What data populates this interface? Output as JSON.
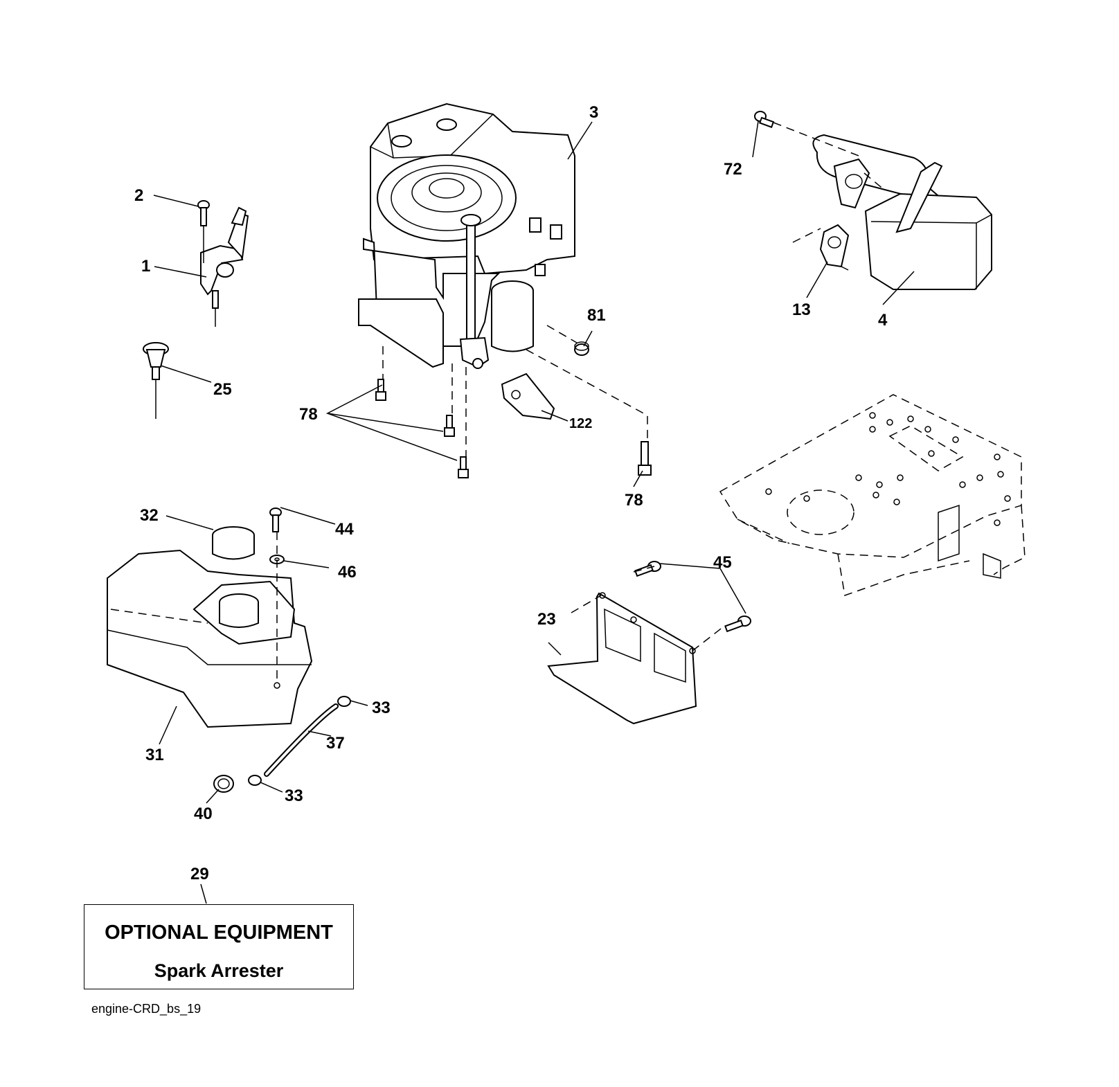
{
  "callouts": {
    "c1": "1",
    "c2": "2",
    "c3": "3",
    "c4": "4",
    "c13": "13",
    "c23": "23",
    "c25": "25",
    "c29": "29",
    "c31": "31",
    "c32": "32",
    "c33a": "33",
    "c33b": "33",
    "c37": "37",
    "c40": "40",
    "c44": "44",
    "c45": "45",
    "c46": "46",
    "c72": "72",
    "c78a": "78",
    "c78b": "78",
    "c81": "81",
    "c122": "122"
  },
  "optional_box": {
    "title": "OPTIONAL EQUIPMENT",
    "subtitle": "Spark Arrester"
  },
  "footer": {
    "drawing_id": "engine-CRD_bs_19"
  }
}
